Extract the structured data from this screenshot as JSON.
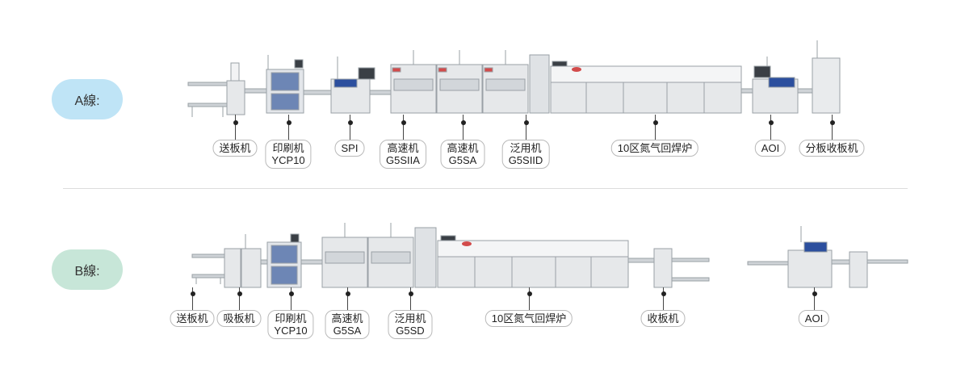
{
  "line_a": {
    "title": "A線:",
    "stations": [
      {
        "lines": [
          "送板机"
        ]
      },
      {
        "lines": [
          "印刷机",
          "YCP10"
        ]
      },
      {
        "lines": [
          "SPI"
        ]
      },
      {
        "lines": [
          "高速机",
          "G5SIIA"
        ]
      },
      {
        "lines": [
          "高速机",
          "G5SA"
        ]
      },
      {
        "lines": [
          "泛用机",
          "G5SIID"
        ]
      },
      {
        "lines": [
          "10区氮气回焊炉"
        ]
      },
      {
        "lines": [
          "AOI"
        ]
      },
      {
        "lines": [
          "分板收板机"
        ]
      }
    ]
  },
  "line_b": {
    "title": "B線:",
    "stations": [
      {
        "lines": [
          "送板机"
        ]
      },
      {
        "lines": [
          "吸板机"
        ]
      },
      {
        "lines": [
          "印刷机",
          "YCP10"
        ]
      },
      {
        "lines": [
          "高速机",
          "G5SA"
        ]
      },
      {
        "lines": [
          "泛用机",
          "G5SD"
        ]
      },
      {
        "lines": [
          "10区氮气回焊炉"
        ]
      },
      {
        "lines": [
          "收板机"
        ]
      },
      {
        "lines": [
          "AOI"
        ]
      }
    ]
  },
  "colors": {
    "badge_a": "#bfe4f6",
    "badge_b": "#c7e6d8",
    "machine_body": "#e6e8ea",
    "machine_edge": "#9aa0a6",
    "printer_blue": "#6d86b5",
    "spi_blue": "#2c4f9e",
    "screen": "#3a3f45"
  }
}
